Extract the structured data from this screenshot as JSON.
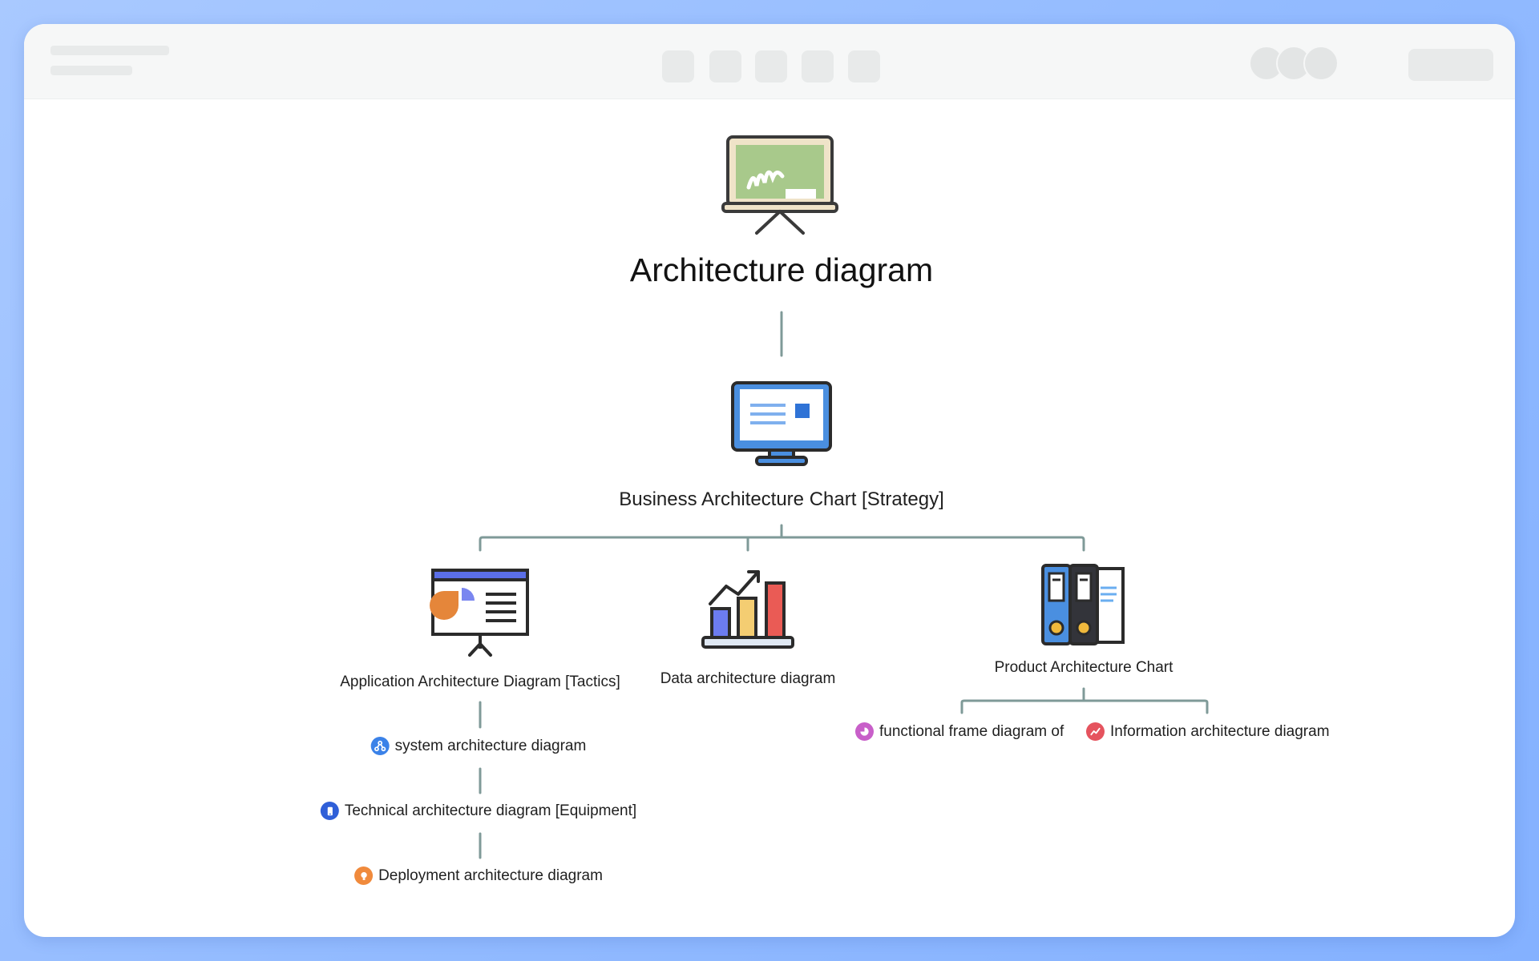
{
  "diagram": {
    "root": {
      "label": "Architecture diagram",
      "icon": "chalkboard-icon"
    },
    "level1": {
      "label": "Business Architecture Chart [Strategy]",
      "icon": "monitor-icon"
    },
    "children": [
      {
        "label": "Application Architecture Diagram [Tactics]",
        "icon": "presentation-board-icon"
      },
      {
        "label": "Data architecture diagram",
        "icon": "bar-chart-growth-icon"
      },
      {
        "label": "Product Architecture Chart",
        "icon": "binders-icon"
      }
    ],
    "application_leaves": [
      {
        "label": "system architecture diagram",
        "icon": "network-icon",
        "color": "#3b82e8"
      },
      {
        "label": "Technical architecture diagram [Equipment]",
        "icon": "phone-icon",
        "color": "#2f5fd8"
      },
      {
        "label": "Deployment architecture diagram",
        "icon": "lightbulb-icon",
        "color": "#f08a3c"
      }
    ],
    "product_leaves": [
      {
        "label": "functional frame diagram of",
        "icon": "pie-icon",
        "color": "#c85fc9"
      },
      {
        "label": "Information architecture diagram",
        "icon": "trend-icon",
        "color": "#e5535e"
      }
    ]
  },
  "colors": {
    "connector": "#7f9a98",
    "accent_blue": "#4a8fe0",
    "chalk_green": "#a8c98b"
  }
}
